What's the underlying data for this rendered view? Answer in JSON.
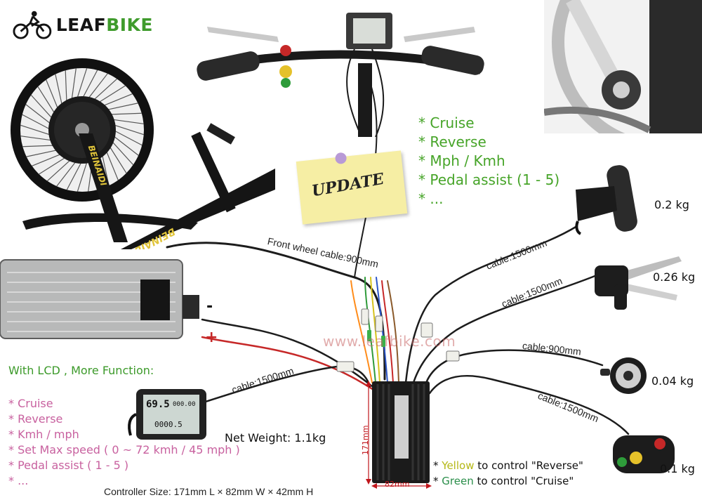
{
  "brand": {
    "name_part1": "LEAF",
    "name_part2": "BIKE"
  },
  "motor_wheel_label": "BEINAIDI",
  "frame_label": "BEINAIDI",
  "feature_list": [
    "* Cruise",
    "* Reverse",
    "* Mph / Kmh",
    "* Pedal assist (1 - 5)",
    "* ..."
  ],
  "note_sticker": "UPDATE",
  "cables": {
    "front_wheel": "Front wheel cable:900mm",
    "throttle": "cable:1500mm",
    "brake": "cable:1500mm",
    "pas": "cable:900mm",
    "switch": "cable:1500mm",
    "lcd": "cable:1500mm"
  },
  "weights": {
    "throttle": "0.2 kg",
    "brake": "0.26 kg",
    "pas": "0.04 kg",
    "switch": "0.1 kg"
  },
  "battery": {
    "minus": "-",
    "plus": "+"
  },
  "watermark": "www.leafbike.com",
  "lcd_section": {
    "heading": "With LCD , More Function:",
    "items": [
      "* Cruise",
      "* Reverse",
      "* Kmh / mph",
      "* Set Max speed ( 0 ~ 72 kmh / 45 mph )",
      "* Pedal assist ( 1 - 5 )",
      "* ..."
    ]
  },
  "lcd_screen": {
    "speed": "69.5",
    "odo": "000.00",
    "trip": "0000.5"
  },
  "net_weight": "Net Weight: 1.1kg",
  "controller_size": "Controller Size: 171mm L × 82mm W × 42mm H",
  "controller_dims": {
    "height": "171mm",
    "width": "82mm"
  },
  "switch_notes": {
    "line1": {
      "prefix": "* ",
      "color_word": "Yellow",
      "rest": " to control \"Reverse\""
    },
    "line2": {
      "prefix": "* ",
      "color_word": "Green",
      "rest": " to control \"Cruise\""
    }
  },
  "colors": {
    "green_text": "#46a428",
    "pink_text": "#c8619f",
    "brand_green": "#3f9b2c",
    "dimension_red": "#c0161c"
  }
}
